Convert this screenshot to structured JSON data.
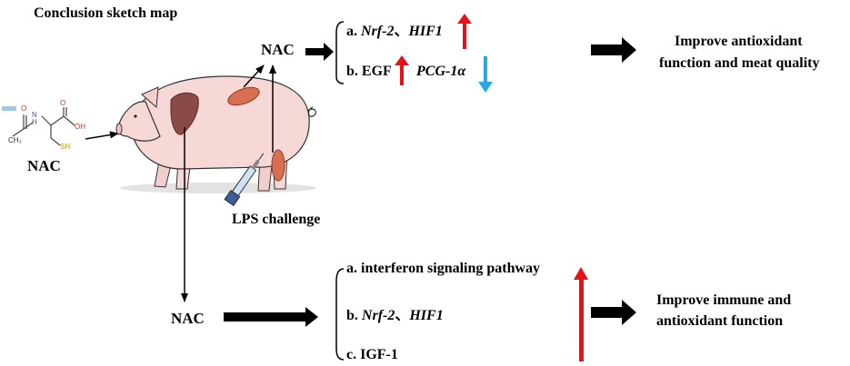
{
  "title": "Conclusion sketch map",
  "molecule": {
    "label": "NAC",
    "atoms": {
      "nh": "N\nH",
      "o_top": "O",
      "oh": "OH",
      "o_left": "O",
      "ch3": "CH₃",
      "sh": "SH"
    }
  },
  "lps": "LPS challenge",
  "top_branch": {
    "nac": "NAC",
    "line_a_prefix": "a. ",
    "line_a_gene1": "Nrf-2",
    "line_a_sep": "、",
    "line_a_gene2": "HIF1",
    "line_a_arrow": "up",
    "line_b_prefix": "b. EGF",
    "line_b_arrow1": "up",
    "line_b_gene": "PCG-1α",
    "line_b_arrow2": "down",
    "outcome_line1": "Improve antioxidant",
    "outcome_line2": "function and meat quality"
  },
  "bottom_branch": {
    "nac": "NAC",
    "items": [
      {
        "text": "a. interferon signaling pathway"
      },
      {
        "prefix": "b. ",
        "gene1": "Nrf-2",
        "sep": "、",
        "gene2": "HIF1"
      },
      {
        "text": "c. IGF-1"
      }
    ],
    "bracket_arrow": "up",
    "outcome_line1": "Improve immune and",
    "outcome_line2": "antioxidant function"
  },
  "colors": {
    "up_arrow": "#e8111a",
    "down_arrow": "#29a9e0",
    "pig_body": "#f6d9d6",
    "pig_outline": "#333333",
    "liver": "#8a4a45",
    "muscle": "#d86f52",
    "ground": "#e3e3e3"
  }
}
